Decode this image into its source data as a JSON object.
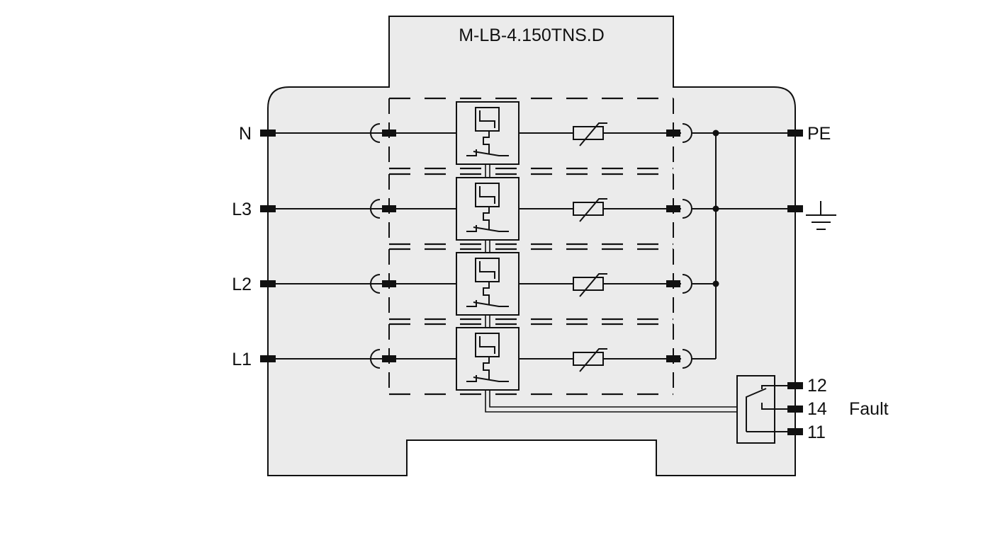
{
  "diagram": {
    "title": "M-LB-4.150TNS.D",
    "colors": {
      "housing_fill": "#ebebeb",
      "line": "#111111",
      "background": "#ffffff"
    },
    "input_terminals": [
      {
        "label": "N"
      },
      {
        "label": "L3"
      },
      {
        "label": "L2"
      },
      {
        "label": "L1"
      }
    ],
    "output_terminals": [
      {
        "label": "PE",
        "icon": "none"
      },
      {
        "label": "",
        "icon": "ground-icon"
      }
    ],
    "protection_modules": [
      {
        "line": "N",
        "thermal_disconnector": "thermal-disconnector-icon",
        "varistor": "varistor-icon"
      },
      {
        "line": "L3",
        "thermal_disconnector": "thermal-disconnector-icon",
        "varistor": "varistor-icon"
      },
      {
        "line": "L2",
        "thermal_disconnector": "thermal-disconnector-icon",
        "varistor": "varistor-icon"
      },
      {
        "line": "L1",
        "thermal_disconnector": "thermal-disconnector-icon",
        "varistor": "varistor-icon"
      }
    ],
    "fault_contact": {
      "label": "Fault",
      "terminals": [
        "12",
        "14",
        "11"
      ],
      "icon": "changeover-contact-icon"
    }
  }
}
